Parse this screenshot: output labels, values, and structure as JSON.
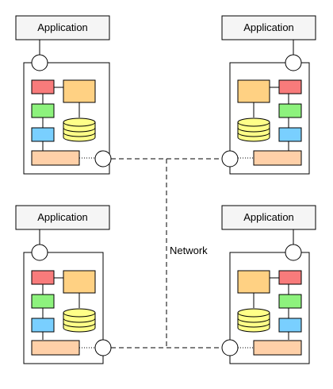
{
  "colors": {
    "line": "#000000",
    "app_box_fill": "#f5f5f5",
    "block_red": "#f87b7b",
    "block_green": "#8df27d",
    "block_blue": "#79cfff",
    "block_orange": "#ffd183",
    "block_peach": "#ffd0a8",
    "database": "#ffff88"
  },
  "nodes": [
    {
      "id": "top-left",
      "application_label": "Application"
    },
    {
      "id": "top-right",
      "application_label": "Application"
    },
    {
      "id": "bottom-left",
      "application_label": "Application"
    },
    {
      "id": "bottom-right",
      "application_label": "Application"
    }
  ],
  "network": {
    "label": "Network"
  }
}
